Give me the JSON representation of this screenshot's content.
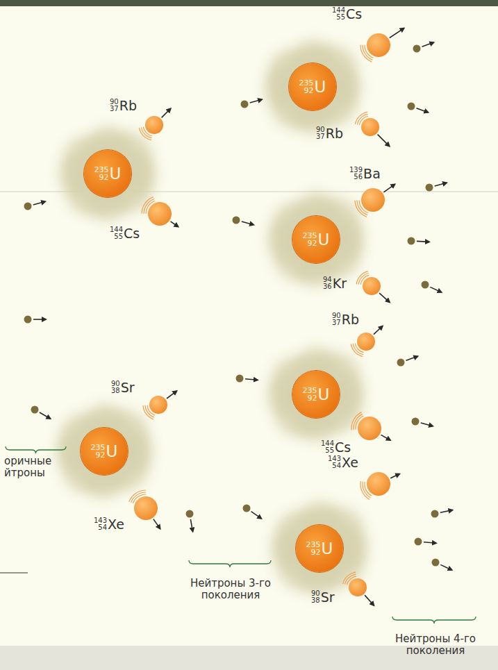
{
  "diagram": {
    "nodes": [
      {
        "text": [
          "235",
          "92",
          "U"
        ]
      },
      {
        "text": [
          "90",
          "37",
          "Rb"
        ]
      },
      {
        "text": [
          "144",
          "55",
          "Cs"
        ]
      },
      {
        "text": [
          "235",
          "92",
          "U"
        ]
      },
      {
        "text": [
          "144",
          "55",
          "Cs"
        ]
      },
      {
        "text": [
          "90",
          "37",
          "Rb"
        ]
      },
      {
        "text": [
          "235",
          "92",
          "U"
        ]
      },
      {
        "text": [
          "139",
          "56",
          "Ba"
        ]
      },
      {
        "text": [
          "94",
          "36",
          "Kr"
        ]
      },
      {
        "text": [
          "235",
          "92",
          "U"
        ]
      },
      {
        "text": [
          "90",
          "37",
          "Rb"
        ]
      },
      {
        "text": [
          "144",
          "55",
          "Cs"
        ]
      },
      {
        "text": [
          "235",
          "92",
          "U"
        ]
      },
      {
        "text": [
          "90",
          "38",
          "Sr"
        ]
      },
      {
        "text": [
          "143",
          "54",
          "Xe"
        ]
      },
      {
        "text": [
          "235",
          "92",
          "U"
        ]
      },
      {
        "text": [
          "143",
          "54",
          "Xe"
        ]
      },
      {
        "text": [
          "90",
          "38",
          "Sr"
        ]
      }
    ],
    "labels": [
      "оричные йтроны",
      "Нейтроны 3-го поколения",
      "Нейтроны 4-го поколения"
    ]
  }
}
